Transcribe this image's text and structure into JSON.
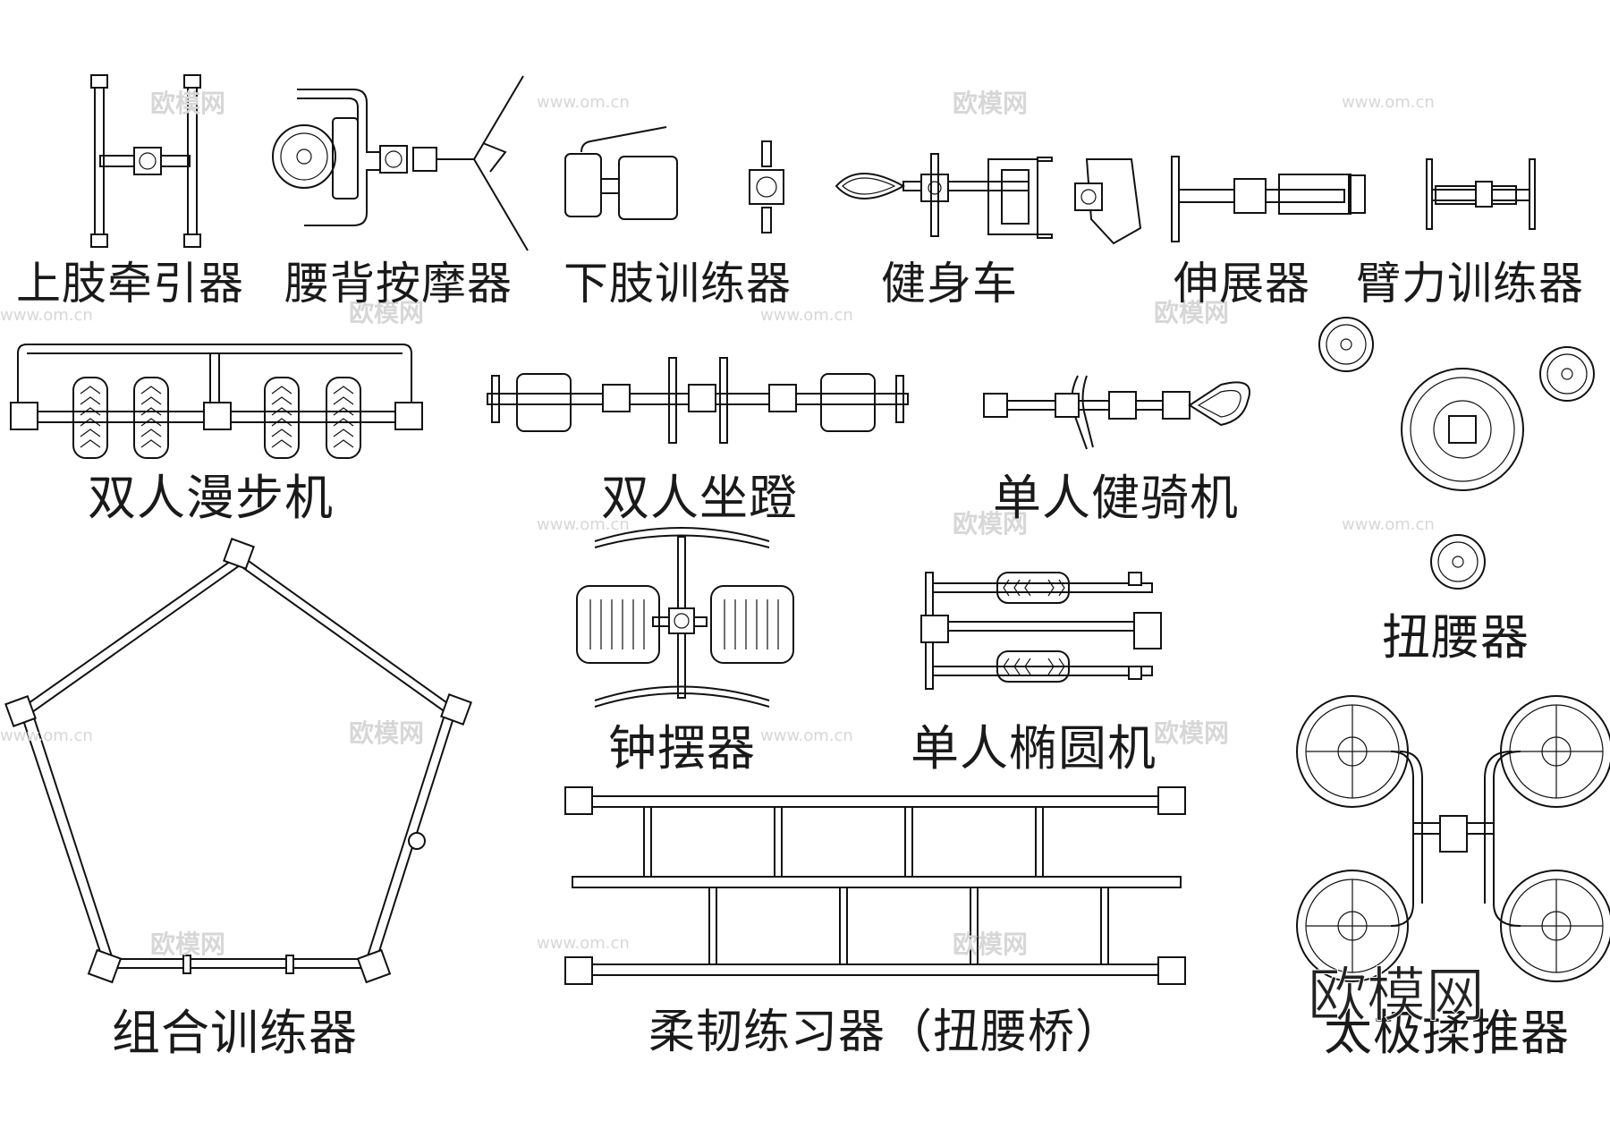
{
  "labels": {
    "upper_limb_traction": "上肢牵引器",
    "waist_back_massager": "腰背按摩器",
    "lower_limb_trainer": "下肢训练器",
    "exercise_bike": "健身车",
    "stretcher": "伸展器",
    "arm_trainer": "臂力训练器",
    "double_walker": "双人漫步机",
    "double_seat_stool": "双人坐蹬",
    "single_rider": "单人健骑机",
    "waist_twister": "扭腰器",
    "combo_trainer": "组合训练器",
    "pendulum": "钟摆器",
    "single_elliptical": "单人椭圆机",
    "flexibility_trainer": "柔韧练习器（扭腰桥）",
    "massage_pusher": "太极揉推器"
  },
  "watermark": {
    "cn": "欧模网",
    "url": "www.om.cn"
  },
  "brand": "欧模网"
}
